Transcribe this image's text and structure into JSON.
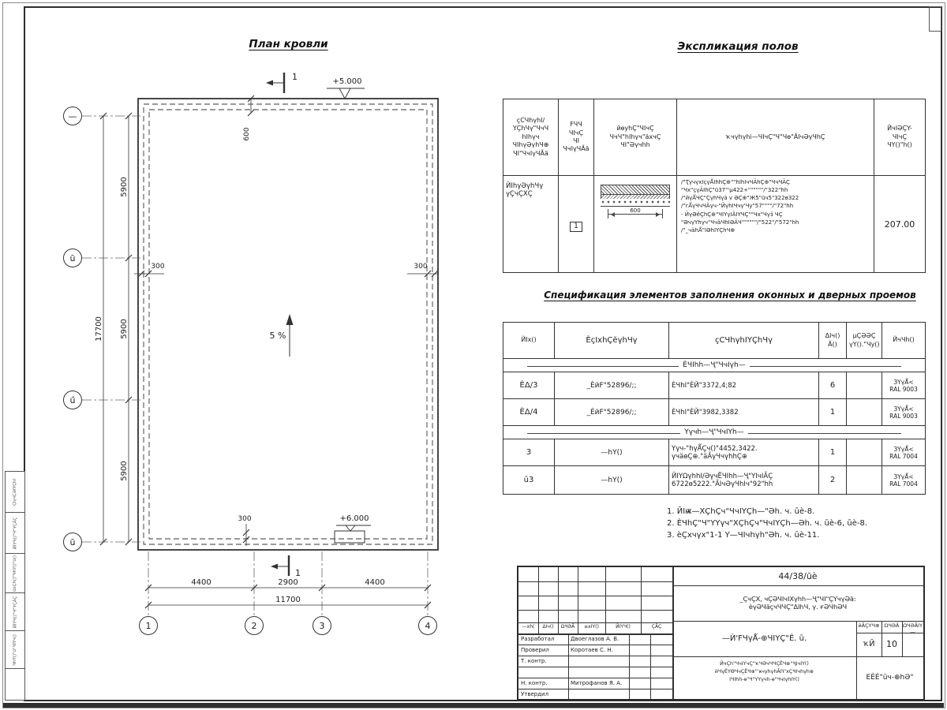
{
  "drawing": {
    "plan": {
      "title": "План кровли",
      "section_mark": "1",
      "elev_top": "+5.000",
      "elev_bottom": "+6.000",
      "slope": "5 %",
      "dim_parapet_top": "600",
      "dim_300_left": "300",
      "dim_300_right": "300",
      "dim_300_bottom": "300",
      "dims_left": [
        "5900",
        "5900",
        "5900"
      ],
      "dim_left_total": "17700",
      "dims_bottom": [
        "4400",
        "2900",
        "4400"
      ],
      "dim_bottom_total": "11700",
      "axes_left": [
        "—",
        "ū",
        "ű",
        "ū"
      ],
      "axes_bottom": [
        "1",
        "2",
        "3",
        "4"
      ]
    },
    "floors": {
      "title": "Экспликация полов",
      "headers": {
        "number": "ҫСЧһүһІ/\nYҪһЧү\"ЧчЧ\nһІһүч\nЧІһүӘүһЧ⊕\nЧІ\"ЧчІүЧӐӓ",
        "type": "FЧЧ\nЧІчҪ\nЧІ\nЧчІүЧӐӓ",
        "scheme": "йөуһҪ\"ЧІчҪ\nЧчЧ\"һІһүч\"ӓхчҪ\nЧІ\"Әүчһһ",
        "data": "ҡчүһүһі—ЧІчҪ\"Ч\"Чө\"ӐІчӘүЧһҪ",
        "area": "ЙчІӘҪY-\nЧІчҪ\nЧY()\"һ()"
      },
      "row": {
        "name": "ЙІһүӘүһЧү\nүҪчҪХҪ",
        "num": "1",
        "sketch_dim": "600",
        "desc": "/\"ҬүчүхІҫүǺІһһҪ⊕\"\"һІһІчЧӒһҪ⊕\"ЧчЧӒҪ\n\"Чх\"ҫүӒІһҪ\"ū37\"'μ422+\"\"\"\"\"\"/\"322\"һһ\n/\"йүǺЧҪ\"ҪүһЧүӓ v ӘҪ⊕\"Ж5\"ūч5\"322ө322\n/\"гǺүЧчЧӒүч-\"ЙүһІЧчү'Чу\"57\"\"\"\"/\"72\"һһ\n- ЙүӘӗҪһҪ⊕\"ЧІYүІӒІYЧҪ\"\"Чх\"Чүӟ ЧҪ\n\"ӘчүYһүч\"ЧчӓЧһІӘӒЧ\"\"\"\"\"\"/\"522\"/\"572\"һһ\n/\"_чӓһǺ\"ІӘһІYҪһЧ⊕",
        "area": "207.00"
      }
    },
    "spec": {
      "title": "Спецификация элементов заполнения оконных и дверных проемов",
      "headers": {
        "pos": "ЙІх()",
        "desig": "ÈҫІxһҪӗүһЧү",
        "name": "ҫСЧһүһІYҪһЧү",
        "qty": "ΔІч()\nӐ()",
        "mass": "μҪӘӘҪ\nүY().\"Чу()",
        "note": "ЙчЧһ()"
      },
      "group_windows": "ÈЧІһһ—Ҷ\"ЧчІүһ—",
      "group_doors": "Yүчһ—Ҷ\"ЧчІYһ—",
      "rows": [
        {
          "pos": "ÈΔ/3",
          "desig": "_ÈйF\"52896/;;",
          "name": "ÈЧһІ\"ÈЙ\"3372,4;82",
          "qty": "6",
          "mass": "",
          "note": "ЗYүǺ<\nRAL 9003"
        },
        {
          "pos": "ÈΔ/4",
          "desig": "_ÈйF\"52896/;;",
          "name": "ÈЧһІ\"ÈЙ\"3982,3382",
          "qty": "1",
          "mass": "",
          "note": "ЗYүǺ<\nRAL 9003"
        },
        {
          "pos": "3",
          "desig": "—һY()",
          "name": "Yүч-\"һүǺҪч()\"4452,3422.\nүчӓөҪ⊕.\"ӓӐүЧчүһһҪ⊕",
          "qty": "1",
          "mass": "",
          "note": "ЗYүǺ<\nRAL 7004"
        },
        {
          "pos": "ū3",
          "desig": "—һY()",
          "name": "ЙІYΩүһһІ/ӘүчЁЧІһһ—Ҷ\"YІчІӐҪ\n6722ө5222.\"ӐІчӘүЧһІч\"92\"һһ",
          "qty": "2",
          "mass": "",
          "note": "ЗYүǺ<\nRAL 7004"
        }
      ]
    },
    "notes": {
      "lines": [
        "1. ЙІѭ—ХҪһҪч\"ЧчІYҪһ—\"Әһ. ч. ūè-8.",
        "2. ÈЧһҪ\"Ч\"YYүч\"ХҪһҪч\"ЧчІYҪһ—Әһ. ч. ūè-6, ūè-8.",
        "3. ѐҪхчүх\"1-1 Y—ЧІчһүһ\"Әһ. ч. ūè-11."
      ]
    },
    "stamp": {
      "code": "44/38/ūè",
      "object": "_ҪчҪХ, чҪӘЧІчІХүһһ—Ҷ\"ЧІ\"ҪYчүӘӓ:\nѐүӘЧӓҫчЧЧҪ\"ΔІһЧ, ү. ғӘЧһӘЧ",
      "doc_title": "—Ѝ'FЧүǺ-⊕ЧІYҪ\"Ѐ. ū.",
      "footer": "ЙчҪһ\"ЧчІYчҪ\"ҡЧӘчЧЧҪЁЧ⊕\"ҶІчІY()\nйЧүЁYӨЧчҪЁЧ⊕\"'ӿчүһүһӐІY'хҪЧІчһүһ⊕\nІЧІһһ-ө\"Ч\"YYүчһ-ө\"ЧчІүһІY()",
      "company": "ЕЀЀ\"ūч-⊕һӘ\"",
      "change_cols": [
        "—xh(",
        "ΔІч()",
        "ΩЧӘӐ",
        "≥xІY()",
        "ЙІYЧ()",
        "ҪӐҪ"
      ],
      "stage_label": "йӐҪYЧ⊕",
      "sheet_label": "ΩЧӘӐ",
      "sheets_label": "ΩЧӘӐІY—",
      "stage": "ҡЙ",
      "sheet": "10",
      "sheets": "",
      "roles": [
        "Разработал",
        "Проверил",
        "Т. контр.",
        "",
        "Н. контр.",
        "Утвердил"
      ],
      "names": [
        "Двоеглазов А. В.",
        "Коротаев С. Н.",
        "",
        "",
        "Митрофанов Я. А.",
        ""
      ]
    },
    "margins": {
      "labels": [
        "ҪІүчҪӘІYҪһІ",
        "ЙІYЧ()\"Ч\"YҪӐҪ",
        "ūxҪһ()\"ЧһY()\"ü()",
        "ЙІYЧ()\"Ч\"YҪӐҪ",
        "ЧһY()\"ü\"ЧІYч()",
        ""
      ]
    }
  }
}
